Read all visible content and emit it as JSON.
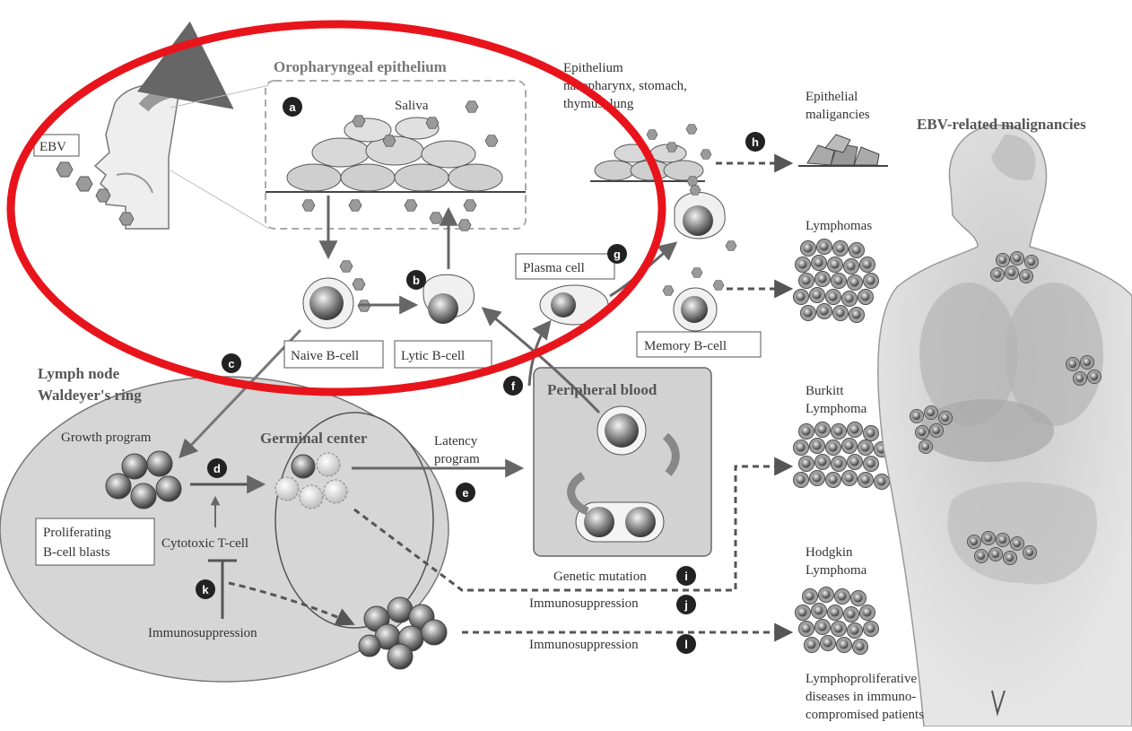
{
  "labels": {
    "oropharyngeal": "Oropharyngeal epithelium",
    "saliva": "Saliva",
    "ebv": "EBV",
    "epithelium_line1": "Epithelium",
    "epithelium_line2": "nasopharynx, stomach,",
    "epithelium_line3": "thymus, lung",
    "epithelial_malig_line1": "Epithelial",
    "epithelial_malig_line2": "maligancies",
    "ebv_related": "EBV-related malignancies",
    "lymphomas": "Lymphomas",
    "plasma_cell": "Plasma cell",
    "naive_bcell": "Naive B-cell",
    "lytic_bcell": "Lytic B-cell",
    "memory_bcell": "Memory B-cell",
    "lymph_node_line1": "Lymph node",
    "lymph_node_line2": "Waldeyer's ring",
    "peripheral_blood": "Peripheral blood",
    "growth_program": "Growth program",
    "germinal_center": "Germinal center",
    "latency_line1": "Latency",
    "latency_line2": "program",
    "proliferating_line1": "Proliferating",
    "proliferating_line2": "B-cell blasts",
    "cytotoxic": "Cytotoxic T-cell",
    "immunosuppression_left": "Immunosuppression",
    "genetic_mutation": "Genetic mutation",
    "immunosuppression_j": "Immunosuppression",
    "immunosuppression_l": "Immunosuppression",
    "burkitt_line1": "Burkitt",
    "burkitt_line2": "Lymphoma",
    "hodgkin_line1": "Hodgkin",
    "hodgkin_line2": "Lymphoma",
    "lpd_line1": "Lymphoproliferative",
    "lpd_line2": "diseases in immuno-",
    "lpd_line3": "compromised patients"
  },
  "badges": {
    "a": "a",
    "b": "b",
    "c": "c",
    "d": "d",
    "e": "e",
    "f": "f",
    "g": "g",
    "h": "h",
    "i": "i",
    "j": "j",
    "k": "k",
    "l": "l"
  },
  "colors": {
    "highlight_ellipse": "#e8141c",
    "node_fill": "#d9d9d9",
    "badge": "#222222"
  }
}
